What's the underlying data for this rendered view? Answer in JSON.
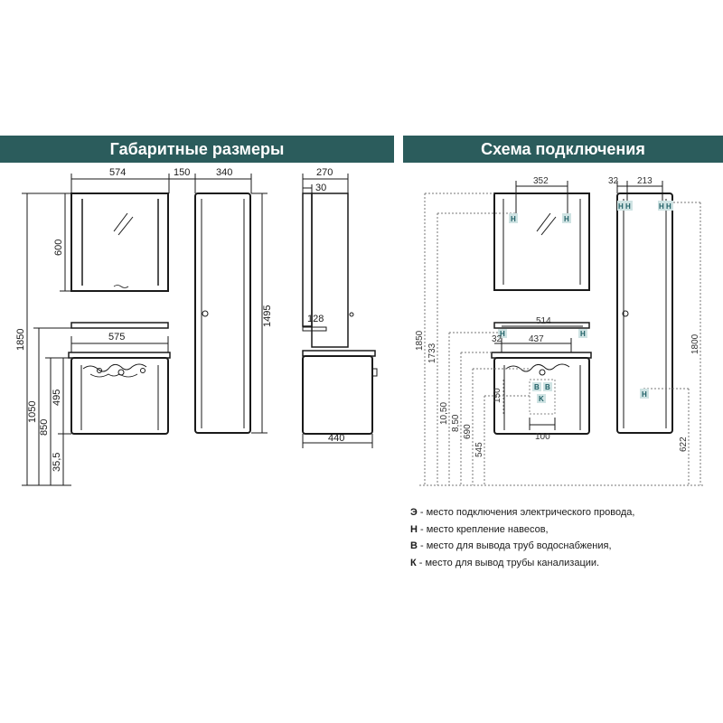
{
  "headers": {
    "left": "Габаритные размеры",
    "right": "Схема подключения"
  },
  "colors": {
    "banner": "#2b5c5c",
    "mark_fill": "#cfe3e3",
    "mark_text": "#1f5f66"
  },
  "left_dims": {
    "mirror_width": "574",
    "gap_width": "150",
    "cabinet_width": "340",
    "mirror_height": "600",
    "cabinet_height": "1495",
    "total_height": "1850",
    "vanity_width": "575",
    "floor_to_top": "1050",
    "floor_to_counter": "850",
    "vanity_height": "495",
    "leg_height": "35,5",
    "side_depth": "270",
    "side_offset": "30",
    "side_shelf": "128",
    "side_base_depth": "440"
  },
  "right_dims": {
    "mirror_mount_span": "352",
    "col_offset": "32",
    "col_mount_span": "213",
    "height_1850": "1850",
    "height_1733": "1733",
    "height_1800": "1800",
    "counter_mount_span": "514",
    "counter_offset": "32",
    "counter_inner": "437",
    "pipe_150": "150",
    "height_1050": "10,50",
    "height_850": "8,50",
    "height_690": "690",
    "height_545": "545",
    "pipe_width": "100",
    "height_622": "622"
  },
  "marks": {
    "h": "H",
    "hh": "H H",
    "b": "B",
    "k": "K"
  },
  "legend": [
    {
      "key": "Э",
      "text": " - место подключения электрического провода,"
    },
    {
      "key": "Н",
      "text": " - место крепление навесов,"
    },
    {
      "key": "В",
      "text": " - место для вывода труб водоснабжения,"
    },
    {
      "key": "К",
      "text": " - место для вывод трубы канализации."
    }
  ]
}
